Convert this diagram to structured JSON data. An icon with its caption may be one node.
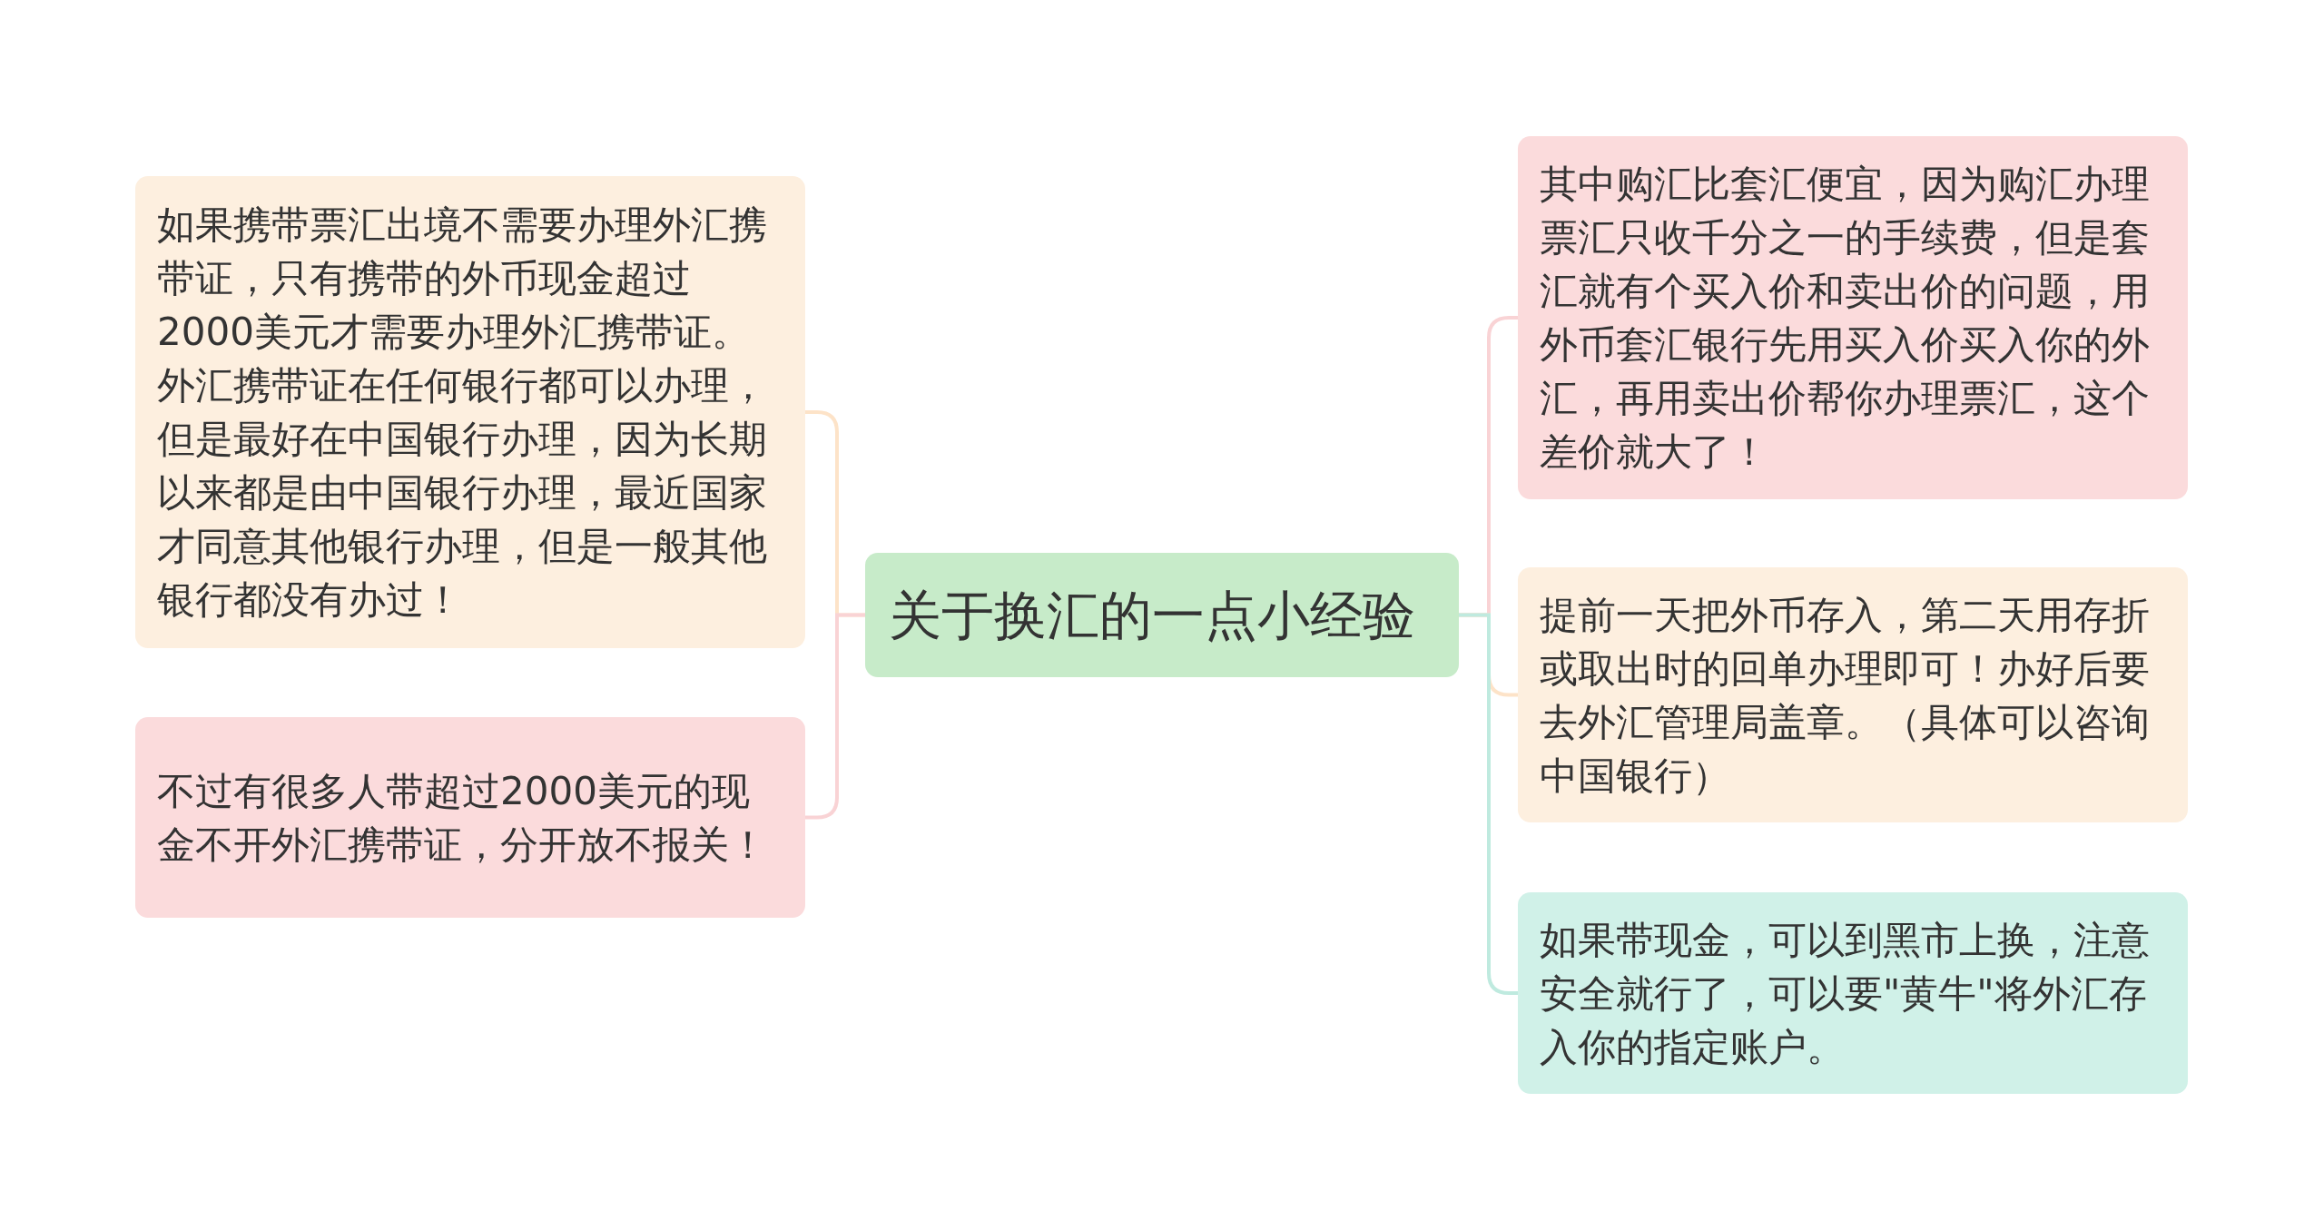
{
  "diagram": {
    "nodes": [
      {
        "text": [
          "关于换汇的一点小经验"
        ]
      },
      {
        "text": [
          "如果携带票汇出境不需要办理外汇携带证，只有携带的外币现金超过2000美元才需要办理外汇携带证。外汇携带证在任何银行都可以办理，但是最好在中国银行办理，因为长期以来都是由中国银行办理，最近国家才同意其他银行办理，但是一般其他银行都没有办过！"
        ]
      },
      {
        "text": [
          "不过有很多人带超过2000美元的现金不开外汇携带证，分开放不报关！"
        ]
      },
      {
        "text": [
          "其中购汇比套汇便宜，因为购汇办理票汇只收千分之一的手续费，但是套汇就有个买入价和卖出价的问题，用外币套汇银行先用买入价买入你的外汇，再用卖出价帮你办理票汇，这个差价就大了！"
        ]
      },
      {
        "text": [
          "提前一天把外币存入，第二天用存折或取出时的回单办理即可！办好后要去外汇管理局盖章。（具体可以咨询中国银行）"
        ]
      },
      {
        "text": [
          "如果带现金，可以到黑市上换，注意安全就行了，可以要\"黄牛\"将外汇存入你的指定账户。"
        ]
      }
    ],
    "edges": [
      {
        "from": 0,
        "to": 1,
        "arrow": "none",
        "color": "#fde3c8"
      },
      {
        "from": 0,
        "to": 2,
        "arrow": "none",
        "color": "#f9d3d5"
      },
      {
        "from": 0,
        "to": 3,
        "arrow": "none",
        "color": "#f9d3d5"
      },
      {
        "from": 0,
        "to": 4,
        "arrow": "none",
        "color": "#fde3c8"
      },
      {
        "from": 0,
        "to": 5,
        "arrow": "none",
        "color": "#bfeadf"
      }
    ]
  }
}
